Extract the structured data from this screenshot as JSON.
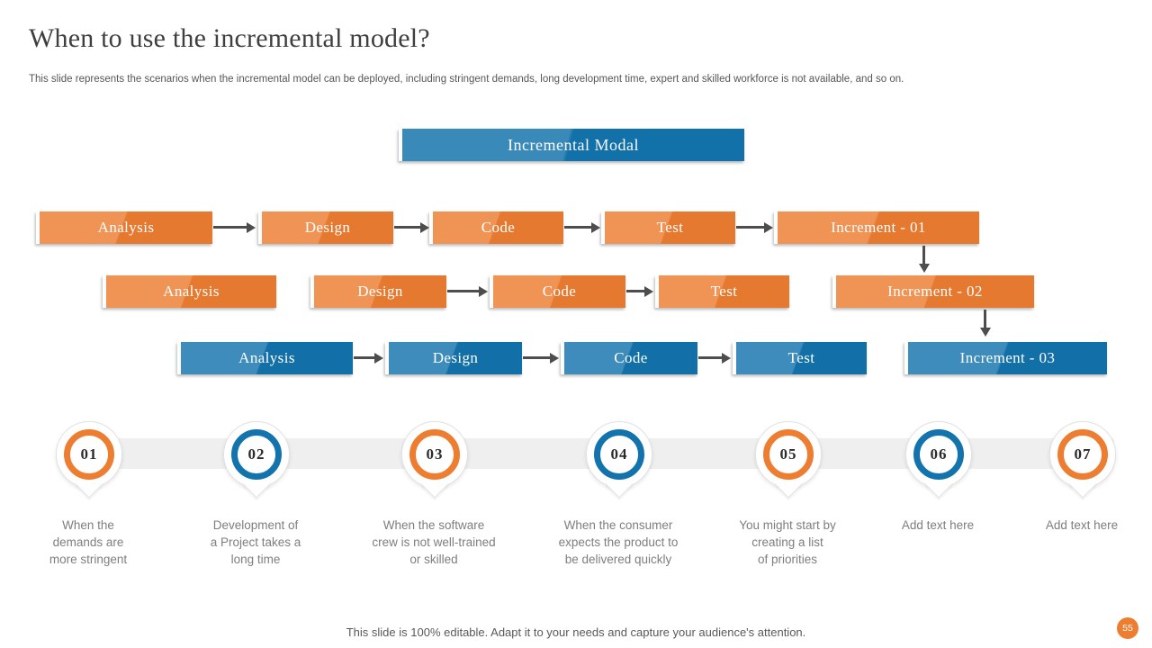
{
  "slide": {
    "title": "When to use the incremental model?",
    "subtitle": "This slide represents the scenarios when the incremental model can be deployed, including stringent demands, long development time, expert and skilled workforce is not available, and so on.",
    "footer": "This slide is 100% editable. Adapt it to your needs and capture your audience's attention.",
    "page_number": "55"
  },
  "diagram": {
    "banner": "Incremental Modal",
    "banner_color": "blue",
    "rows": [
      {
        "theme": "orange",
        "boxes": [
          "Analysis",
          "Design",
          "Code",
          "Test",
          "Increment - 01"
        ]
      },
      {
        "theme": "orange",
        "boxes": [
          "Analysis",
          "Design",
          "Code",
          "Test",
          "Increment - 02"
        ]
      },
      {
        "theme": "blue",
        "boxes": [
          "Analysis",
          "Design",
          "Code",
          "Test",
          "Increment - 03"
        ]
      }
    ]
  },
  "timeline": {
    "items": [
      {
        "number": "01",
        "accent": "orange",
        "text": "When the\ndemands are\nmore stringent"
      },
      {
        "number": "02",
        "accent": "blue",
        "text": "Development of\na Project takes a\nlong time"
      },
      {
        "number": "03",
        "accent": "orange",
        "text": "When the software\ncrew is not well-trained\nor skilled"
      },
      {
        "number": "04",
        "accent": "blue",
        "text": "When the consumer\nexpects the product to\nbe delivered quickly"
      },
      {
        "number": "05",
        "accent": "orange",
        "text": "You might start by\ncreating a list\nof priorities"
      },
      {
        "number": "06",
        "accent": "blue",
        "text": "Add text here"
      },
      {
        "number": "07",
        "accent": "orange",
        "text": "Add text here"
      }
    ]
  },
  "colors": {
    "orange": "#ED7D31",
    "blue": "#1373AC",
    "arrow": "#4D4D4D",
    "track": "#EFEFEF"
  }
}
